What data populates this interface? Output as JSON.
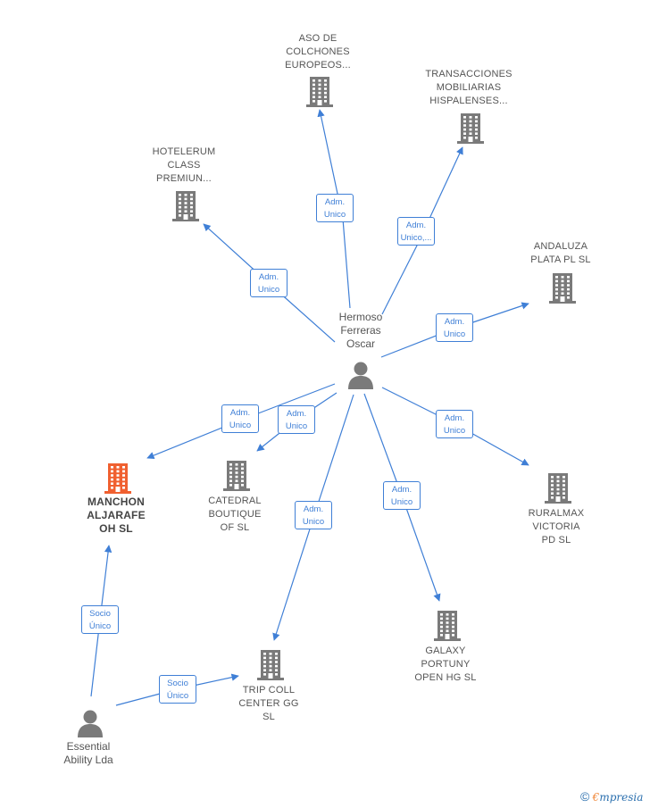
{
  "colors": {
    "edge": "#3f7fd6",
    "company": "#7a7a7a",
    "company_highlight": "#f06030",
    "person": "#7a7a7a",
    "label": "#555555",
    "brand": "#2a6fae"
  },
  "people": [
    {
      "id": "hermoso",
      "name": "Hermoso\nFerreras\nOscar",
      "icon": "person-icon"
    },
    {
      "id": "essential",
      "name": "Essential\nAbility Lda",
      "icon": "person-icon"
    }
  ],
  "companies": [
    {
      "id": "aso",
      "name": "ASO DE\nCOLCHONES\nEUROPEOS...",
      "icon": "building-icon",
      "highlight": false
    },
    {
      "id": "transacciones",
      "name": "TRANSACCIONES\nMOBILIARIAS\nHISPALENSES...",
      "icon": "building-icon",
      "highlight": false
    },
    {
      "id": "hotelerum",
      "name": "HOTELERUM\nCLASS\nPREMIUN...",
      "icon": "building-icon",
      "highlight": false
    },
    {
      "id": "andaluza",
      "name": "ANDALUZA\nPLATA PL  SL",
      "icon": "building-icon",
      "highlight": false
    },
    {
      "id": "manchon",
      "name": "MANCHON\nALJARAFE\nOH  SL",
      "icon": "building-icon",
      "highlight": true
    },
    {
      "id": "catedral",
      "name": "CATEDRAL\nBOUTIQUE\nOF  SL",
      "icon": "building-icon",
      "highlight": false
    },
    {
      "id": "ruralmax",
      "name": "RURALMAX\nVICTORIA\nPD  SL",
      "icon": "building-icon",
      "highlight": false
    },
    {
      "id": "galaxy",
      "name": "GALAXY\nPORTUNY\nOPEN HG  SL",
      "icon": "building-icon",
      "highlight": false
    },
    {
      "id": "tripcoll",
      "name": "TRIP COLL\nCENTER GG\nSL",
      "icon": "building-icon",
      "highlight": false
    }
  ],
  "relations": [
    {
      "from": "hermoso",
      "to": "aso",
      "role": "Adm.\nUnico"
    },
    {
      "from": "hermoso",
      "to": "transacciones",
      "role": "Adm.\nUnico,..."
    },
    {
      "from": "hermoso",
      "to": "hotelerum",
      "role": "Adm.\nUnico"
    },
    {
      "from": "hermoso",
      "to": "andaluza",
      "role": "Adm.\nUnico"
    },
    {
      "from": "hermoso",
      "to": "manchon",
      "role": "Adm.\nUnico"
    },
    {
      "from": "hermoso",
      "to": "catedral",
      "role": "Adm.\nUnico"
    },
    {
      "from": "hermoso",
      "to": "ruralmax",
      "role": "Adm.\nUnico"
    },
    {
      "from": "hermoso",
      "to": "galaxy",
      "role": "Adm.\nUnico"
    },
    {
      "from": "hermoso",
      "to": "tripcoll",
      "role": "Adm.\nUnico"
    },
    {
      "from": "essential",
      "to": "manchon",
      "role": "Socio\nÚnico"
    },
    {
      "from": "essential",
      "to": "tripcoll",
      "role": "Socio\nÚnico"
    }
  ],
  "brand": {
    "copyright": "©",
    "name_first": "€",
    "name_rest": "mpresia"
  }
}
